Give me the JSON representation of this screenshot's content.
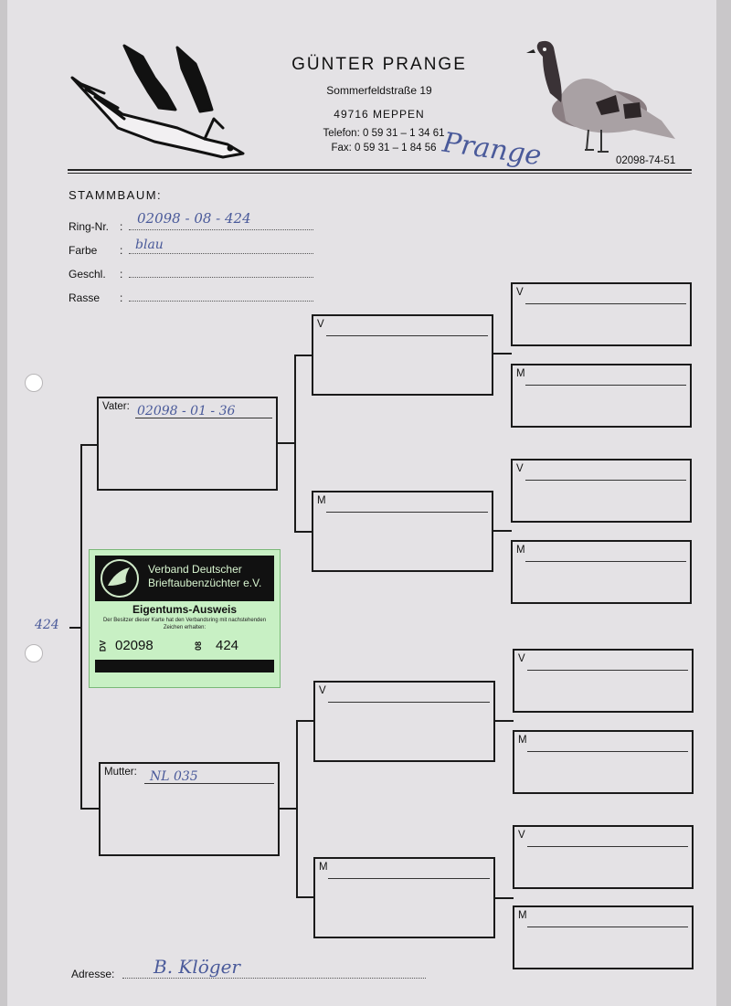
{
  "header": {
    "name": "GÜNTER PRANGE",
    "street": "Sommerfeldstraße 19",
    "city": "49716 MEPPEN",
    "phone": "Telefon: 0 59 31 – 1 34 61",
    "fax": "Fax: 0 59 31 – 1 84 56",
    "code": "02098-74-51",
    "signature": "Prange"
  },
  "form": {
    "title": "STAMMBAUM:",
    "ring_label": "Ring-Nr.",
    "ring_value": "02098 - 08 - 424",
    "color_label": "Farbe",
    "color_value": "blau",
    "sex_label": "Geschl.",
    "breed_label": "Rasse",
    "colon": ":"
  },
  "pedigree": {
    "subject_note": "424",
    "father_label": "Vater:",
    "father_value": "02098 - 01 - 36",
    "mother_label": "Mutter:",
    "mother_value": "NL 035",
    "v": "V",
    "m": "M"
  },
  "stamp": {
    "org_line1": "Verband Deutscher",
    "org_line2": "Brieftaubenzüchter e.V.",
    "title": "Eigentums-Ausweis",
    "subtitle": "Der Besitzer dieser Karte hat den Verbandsring mit nachstehenden Zeichen erhalten:",
    "dv": "DV",
    "club": "02098",
    "year": "08",
    "number": "424"
  },
  "footer": {
    "address_label": "Adresse:",
    "address_value": "B. Klöger"
  }
}
